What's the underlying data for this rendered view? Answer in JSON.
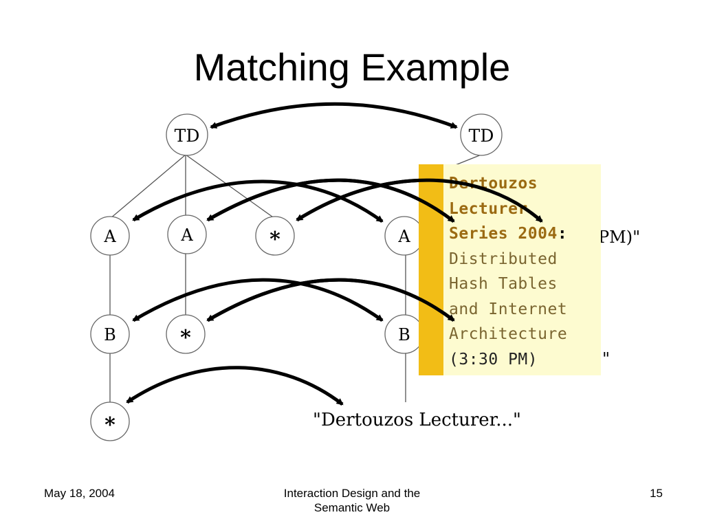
{
  "slide": {
    "title": "Matching Example"
  },
  "diagram": {
    "left_tree": {
      "root": "TD",
      "level1": [
        "A",
        "A",
        "*"
      ],
      "level2": [
        "B",
        "*"
      ],
      "level3": [
        "*"
      ]
    },
    "right_tree": {
      "root": "TD",
      "level1": [
        "A"
      ],
      "level2": [
        "B"
      ]
    },
    "dom_text": "\"Dertouzos Lecturer...\"",
    "partial_text_1": "PM)\"",
    "partial_text_2": "\""
  },
  "tooltip": {
    "bullet": "*",
    "heading": "Dertouzos\nLecturer\nSeries 2004",
    "heading_colon": ":",
    "body": "Distributed\nHash Tables\nand Internet\nArchitecture",
    "time": "(3:30 PM)"
  },
  "footer": {
    "date": "May 18, 2004",
    "title": "Interaction Design and the\nSemantic Web",
    "page": "15"
  }
}
